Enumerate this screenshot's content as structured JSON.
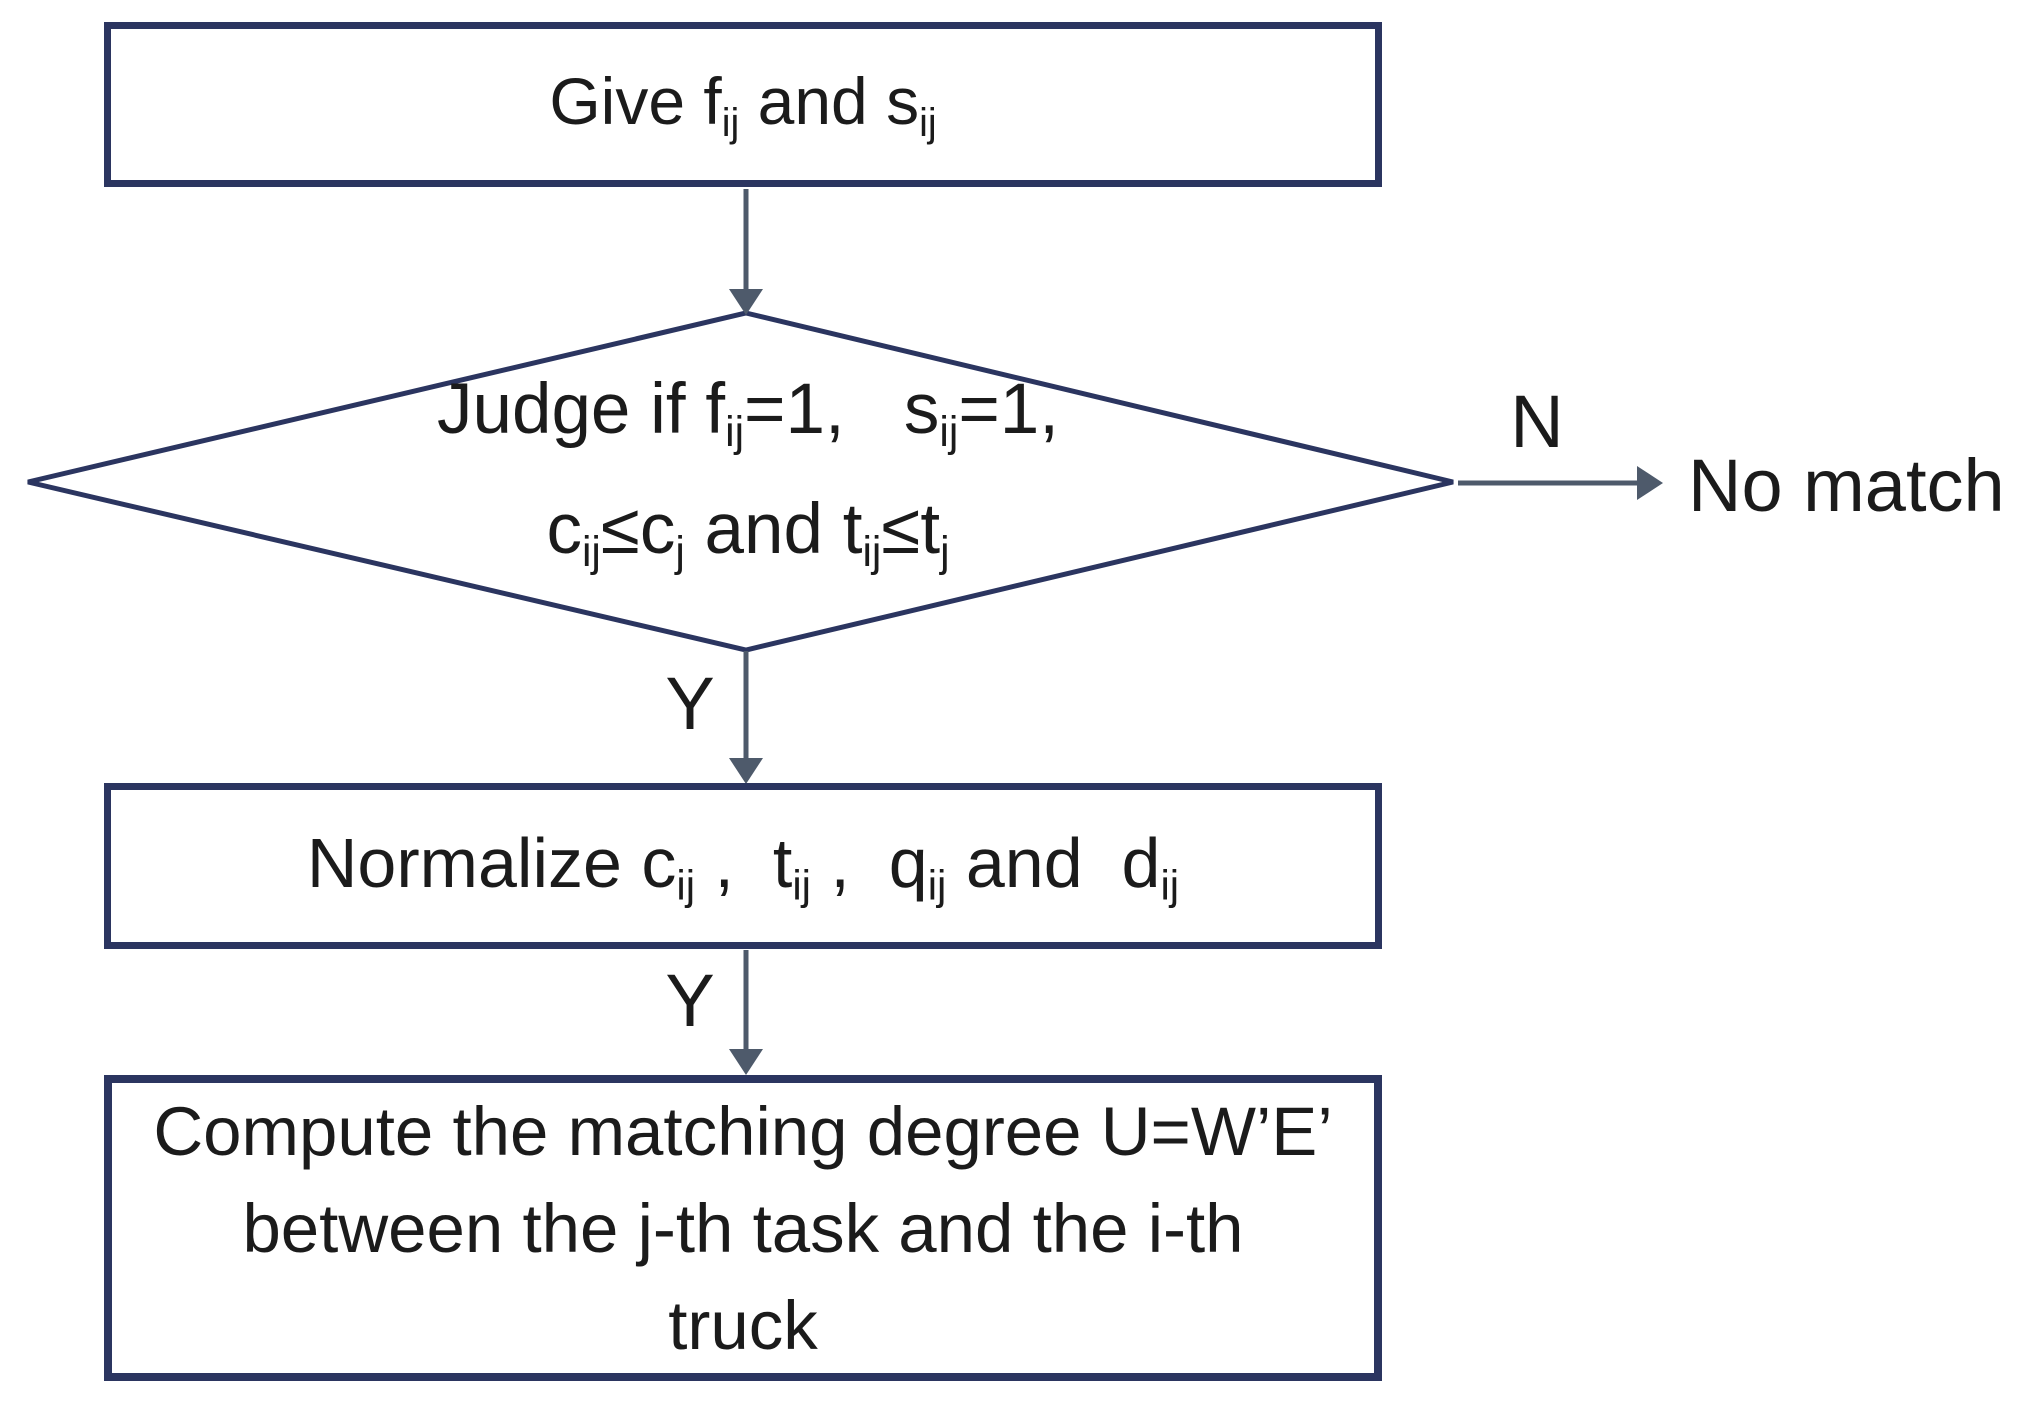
{
  "colors": {
    "box_border": "#2B3560",
    "arrow": "#4E5A6B",
    "text": "#1B1B1B",
    "background": "#FFFFFF"
  },
  "flow": {
    "give_box": {
      "segments": [
        {
          "t": "Give f"
        },
        {
          "t": "ij",
          "sub": true
        },
        {
          "t": " and s"
        },
        {
          "t": "ij",
          "sub": true
        }
      ]
    },
    "judge_diamond": {
      "line1_segments": [
        {
          "t": "Judge if f"
        },
        {
          "t": "ij",
          "sub": true
        },
        {
          "t": "=1,   "
        },
        {
          "t": "s"
        },
        {
          "t": "ij",
          "sub": true
        },
        {
          "t": "=1,"
        }
      ],
      "line2_segments": [
        {
          "t": "c"
        },
        {
          "t": "ij",
          "sub": true
        },
        {
          "t": "≤c"
        },
        {
          "t": "j",
          "sub": true
        },
        {
          "t": " and t"
        },
        {
          "t": "ij",
          "sub": true
        },
        {
          "t": "≤t"
        },
        {
          "t": "j",
          "sub": true
        }
      ]
    },
    "branch_no": {
      "label": "N",
      "target_text": "No match"
    },
    "branch_yes1": {
      "label": "Y"
    },
    "branch_yes2": {
      "label": "Y"
    },
    "normalize_box": {
      "segments": [
        {
          "t": "Normalize c"
        },
        {
          "t": "ij",
          "sub": true
        },
        {
          "t": " ,  t"
        },
        {
          "t": "ij",
          "sub": true
        },
        {
          "t": " ,  q"
        },
        {
          "t": "ij",
          "sub": true
        },
        {
          "t": " and  d"
        },
        {
          "t": "ij",
          "sub": true
        }
      ]
    },
    "compute_box": {
      "lines": [
        "Compute the matching degree U=W’E’",
        "between the j-th task and the i-th",
        "truck"
      ]
    }
  }
}
